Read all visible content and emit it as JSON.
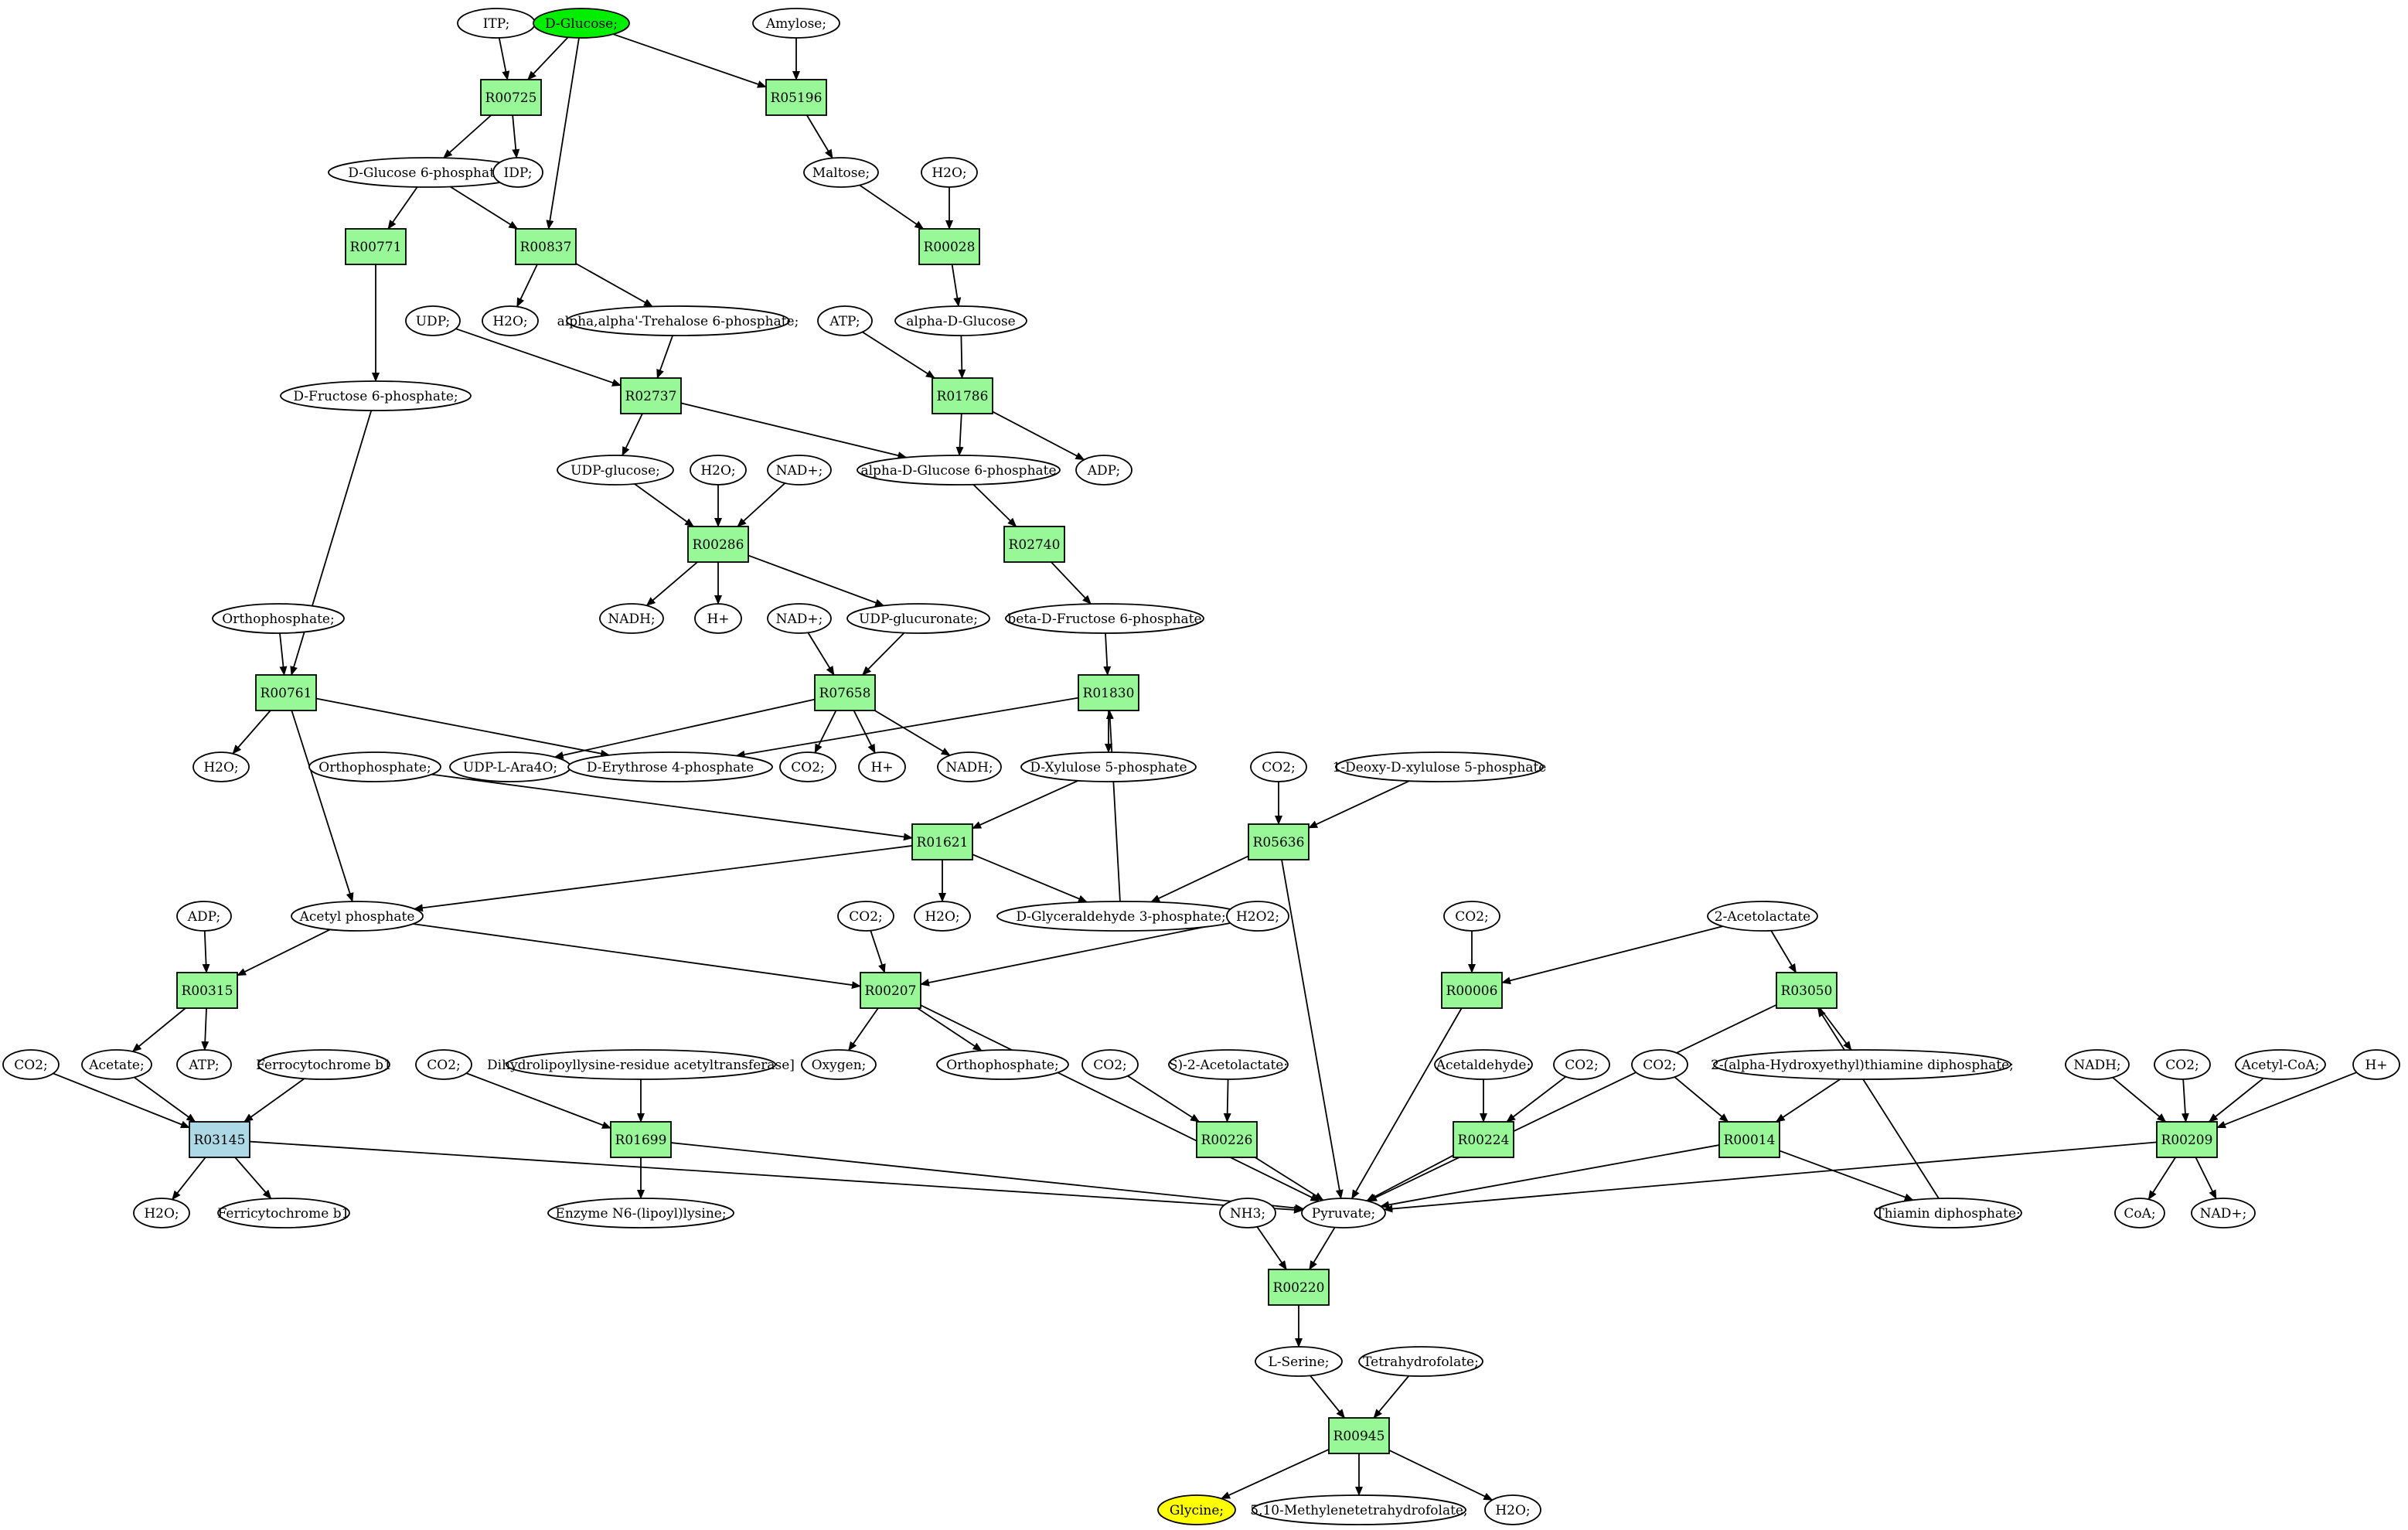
{
  "colors": {
    "reaction_fill": "#98f898",
    "reaction_highlight_fill": "#add8e6",
    "start_fill": "#00ee00",
    "target_fill": "#ffff00",
    "compound_fill": "#ffffff",
    "stroke": "#000000"
  },
  "nodes": [
    {
      "id": "itp",
      "label": "ITP;",
      "kind": "compound"
    },
    {
      "id": "dglucose",
      "label": "D-Glucose;",
      "kind": "start"
    },
    {
      "id": "amylose",
      "label": "Amylose;",
      "kind": "compound"
    },
    {
      "id": "R00725",
      "label": "R00725",
      "kind": "reaction"
    },
    {
      "id": "R05196",
      "label": "R05196",
      "kind": "reaction"
    },
    {
      "id": "g6p",
      "label": "D-Glucose 6-phosphate;",
      "kind": "compound"
    },
    {
      "id": "idp",
      "label": "IDP;",
      "kind": "compound"
    },
    {
      "id": "maltose",
      "label": "Maltose;",
      "kind": "compound"
    },
    {
      "id": "h2o_a",
      "label": "H2O;",
      "kind": "compound"
    },
    {
      "id": "R00771",
      "label": "R00771",
      "kind": "reaction"
    },
    {
      "id": "R00837",
      "label": "R00837",
      "kind": "reaction"
    },
    {
      "id": "R00028",
      "label": "R00028",
      "kind": "reaction"
    },
    {
      "id": "udp",
      "label": "UDP;",
      "kind": "compound"
    },
    {
      "id": "h2o_b",
      "label": "H2O;",
      "kind": "compound"
    },
    {
      "id": "trehalose6p",
      "label": "alpha,alpha'-Trehalose 6-phosphate;",
      "kind": "compound"
    },
    {
      "id": "atp_a",
      "label": "ATP;",
      "kind": "compound"
    },
    {
      "id": "alphaglc",
      "label": "alpha-D-Glucose",
      "kind": "compound"
    },
    {
      "id": "f6p",
      "label": "D-Fructose 6-phosphate;",
      "kind": "compound"
    },
    {
      "id": "R02737",
      "label": "R02737",
      "kind": "reaction"
    },
    {
      "id": "R01786",
      "label": "R01786",
      "kind": "reaction"
    },
    {
      "id": "udpglucose",
      "label": "UDP-glucose;",
      "kind": "compound"
    },
    {
      "id": "h2o_c",
      "label": "H2O;",
      "kind": "compound"
    },
    {
      "id": "nadp_a",
      "label": "NAD+;",
      "kind": "compound"
    },
    {
      "id": "ag6p",
      "label": "alpha-D-Glucose 6-phosphate",
      "kind": "compound"
    },
    {
      "id": "adp_a",
      "label": "ADP;",
      "kind": "compound"
    },
    {
      "id": "R00286",
      "label": "R00286",
      "kind": "reaction"
    },
    {
      "id": "R02740",
      "label": "R02740",
      "kind": "reaction"
    },
    {
      "id": "orthop_a",
      "label": "Orthophosphate;",
      "kind": "compound"
    },
    {
      "id": "nadh_a",
      "label": "NADH;",
      "kind": "compound"
    },
    {
      "id": "hplus_a",
      "label": "H+",
      "kind": "compound"
    },
    {
      "id": "nadp_b",
      "label": "NAD+;",
      "kind": "compound"
    },
    {
      "id": "udpglcua",
      "label": "UDP-glucuronate;",
      "kind": "compound"
    },
    {
      "id": "bf6p",
      "label": "beta-D-Fructose 6-phosphate",
      "kind": "compound"
    },
    {
      "id": "R00761",
      "label": "R00761",
      "kind": "reaction"
    },
    {
      "id": "R07658",
      "label": "R07658",
      "kind": "reaction"
    },
    {
      "id": "R01830",
      "label": "R01830",
      "kind": "reaction"
    },
    {
      "id": "h2o_d",
      "label": "H2O;",
      "kind": "compound"
    },
    {
      "id": "udpara4o",
      "label": "UDP-L-Ara4O;",
      "kind": "compound"
    },
    {
      "id": "e4p",
      "label": "D-Erythrose 4-phosphate",
      "kind": "compound"
    },
    {
      "id": "co2_a",
      "label": "CO2;",
      "kind": "compound"
    },
    {
      "id": "hplus_b",
      "label": "H+",
      "kind": "compound"
    },
    {
      "id": "nadh_b",
      "label": "NADH;",
      "kind": "compound"
    },
    {
      "id": "orthop_b",
      "label": "Orthophosphate;",
      "kind": "compound"
    },
    {
      "id": "x5p",
      "label": "D-Xylulose 5-phosphate",
      "kind": "compound"
    },
    {
      "id": "co2_b",
      "label": "CO2;",
      "kind": "compound"
    },
    {
      "id": "dx5p",
      "label": "1-Deoxy-D-xylulose 5-phosphate",
      "kind": "compound"
    },
    {
      "id": "R01621",
      "label": "R01621",
      "kind": "reaction"
    },
    {
      "id": "R05636",
      "label": "R05636",
      "kind": "reaction"
    },
    {
      "id": "adp_b",
      "label": "ADP;",
      "kind": "compound"
    },
    {
      "id": "acetylp",
      "label": "Acetyl phosphate",
      "kind": "compound"
    },
    {
      "id": "h2o_e",
      "label": "H2O;",
      "kind": "compound"
    },
    {
      "id": "gap",
      "label": "D-Glyceraldehyde 3-phosphate;",
      "kind": "compound"
    },
    {
      "id": "co2_c",
      "label": "CO2;",
      "kind": "compound"
    },
    {
      "id": "h2o2",
      "label": "H2O2;",
      "kind": "compound"
    },
    {
      "id": "co2_d",
      "label": "CO2;",
      "kind": "compound"
    },
    {
      "id": "acetolactate2",
      "label": "2-Acetolactate",
      "kind": "compound"
    },
    {
      "id": "R00315",
      "label": "R00315",
      "kind": "reaction"
    },
    {
      "id": "R00207",
      "label": "R00207",
      "kind": "reaction"
    },
    {
      "id": "R00006",
      "label": "R00006",
      "kind": "reaction"
    },
    {
      "id": "R03050",
      "label": "R03050",
      "kind": "reaction"
    },
    {
      "id": "co2_e",
      "label": "CO2;",
      "kind": "compound"
    },
    {
      "id": "acetate",
      "label": "Acetate;",
      "kind": "compound"
    },
    {
      "id": "atp_b",
      "label": "ATP;",
      "kind": "compound"
    },
    {
      "id": "ferrocyt",
      "label": "Ferrocytochrome b1",
      "kind": "compound"
    },
    {
      "id": "co2_f",
      "label": "CO2;",
      "kind": "compound"
    },
    {
      "id": "dlat",
      "label": "Dihydrolipoyllysine-residue acetyltransferase]",
      "kind": "compound"
    },
    {
      "id": "oxygen",
      "label": "Oxygen;",
      "kind": "compound"
    },
    {
      "id": "orthop_c",
      "label": "Orthophosphate;",
      "kind": "compound"
    },
    {
      "id": "co2_g",
      "label": "CO2;",
      "kind": "compound"
    },
    {
      "id": "sacetolactate",
      "label": "S)-2-Acetolactate;",
      "kind": "compound"
    },
    {
      "id": "acetaldehyde",
      "label": "Acetaldehyde;",
      "kind": "compound"
    },
    {
      "id": "co2_h",
      "label": "CO2;",
      "kind": "compound"
    },
    {
      "id": "co2_i",
      "label": "CO2;",
      "kind": "compound"
    },
    {
      "id": "hetpp",
      "label": "2-(alpha-Hydroxyethyl)thiamine diphosphate;",
      "kind": "compound"
    },
    {
      "id": "nadh_c",
      "label": "NADH;",
      "kind": "compound"
    },
    {
      "id": "co2_j",
      "label": "CO2;",
      "kind": "compound"
    },
    {
      "id": "acetylcoa",
      "label": "Acetyl-CoA;",
      "kind": "compound"
    },
    {
      "id": "hplus_c",
      "label": "H+",
      "kind": "compound"
    },
    {
      "id": "R03145",
      "label": "R03145",
      "kind": "reaction-highlight"
    },
    {
      "id": "R01699",
      "label": "R01699",
      "kind": "reaction"
    },
    {
      "id": "R00226",
      "label": "R00226",
      "kind": "reaction"
    },
    {
      "id": "R00224",
      "label": "R00224",
      "kind": "reaction"
    },
    {
      "id": "R00014",
      "label": "R00014",
      "kind": "reaction"
    },
    {
      "id": "R00209",
      "label": "R00209",
      "kind": "reaction"
    },
    {
      "id": "h2o_f",
      "label": "H2O;",
      "kind": "compound"
    },
    {
      "id": "ferricyt",
      "label": "Ferricytochrome b1",
      "kind": "compound"
    },
    {
      "id": "lipoyl",
      "label": "Enzyme N6-(lipoyl)lysine;",
      "kind": "compound"
    },
    {
      "id": "nh3",
      "label": "NH3;",
      "kind": "compound"
    },
    {
      "id": "pyruvate",
      "label": "Pyruvate;",
      "kind": "compound"
    },
    {
      "id": "thdp",
      "label": "Thiamin diphosphate;",
      "kind": "compound"
    },
    {
      "id": "coa",
      "label": "CoA;",
      "kind": "compound"
    },
    {
      "id": "nadp_c",
      "label": "NAD+;",
      "kind": "compound"
    },
    {
      "id": "R00220",
      "label": "R00220",
      "kind": "reaction"
    },
    {
      "id": "lserine",
      "label": "L-Serine;",
      "kind": "compound"
    },
    {
      "id": "thf",
      "label": "Tetrahydrofolate;",
      "kind": "compound"
    },
    {
      "id": "R00945",
      "label": "R00945",
      "kind": "reaction"
    },
    {
      "id": "glycine",
      "label": "Glycine;",
      "kind": "target"
    },
    {
      "id": "methylenethf",
      "label": "5,10-Methylenetetrahydrofolate;",
      "kind": "compound"
    },
    {
      "id": "h2o_g",
      "label": "H2O;",
      "kind": "compound"
    }
  ],
  "edges": [
    [
      "itp",
      "R00725"
    ],
    [
      "dglucose",
      "R00725"
    ],
    [
      "dglucose",
      "R00837"
    ],
    [
      "dglucose",
      "R05196"
    ],
    [
      "amylose",
      "R05196"
    ],
    [
      "R00725",
      "g6p"
    ],
    [
      "R00725",
      "idp"
    ],
    [
      "R05196",
      "maltose"
    ],
    [
      "g6p",
      "R00771"
    ],
    [
      "g6p",
      "R00837"
    ],
    [
      "maltose",
      "R00028"
    ],
    [
      "h2o_a",
      "R00028"
    ],
    [
      "R00837",
      "h2o_b"
    ],
    [
      "R00837",
      "trehalose6p"
    ],
    [
      "R00028",
      "alphaglc"
    ],
    [
      "R00771",
      "f6p"
    ],
    [
      "udp",
      "R02737"
    ],
    [
      "trehalose6p",
      "R02737"
    ],
    [
      "atp_a",
      "R01786"
    ],
    [
      "alphaglc",
      "R01786"
    ],
    [
      "R02737",
      "udpglucose"
    ],
    [
      "R02737",
      "ag6p"
    ],
    [
      "R01786",
      "ag6p"
    ],
    [
      "R01786",
      "adp_a"
    ],
    [
      "udpglucose",
      "R00286"
    ],
    [
      "h2o_c",
      "R00286"
    ],
    [
      "nadp_a",
      "R00286"
    ],
    [
      "ag6p",
      "R02740"
    ],
    [
      "R00286",
      "nadh_a"
    ],
    [
      "R00286",
      "hplus_a"
    ],
    [
      "R00286",
      "udpglcua"
    ],
    [
      "R02740",
      "bf6p"
    ],
    [
      "orthop_a",
      "R00761"
    ],
    [
      "f6p",
      "R00761"
    ],
    [
      "nadp_b",
      "R07658"
    ],
    [
      "udpglcua",
      "R07658"
    ],
    [
      "bf6p",
      "R01830"
    ],
    [
      "R00761",
      "h2o_d"
    ],
    [
      "R00761",
      "e4p"
    ],
    [
      "R00761",
      "acetylp"
    ],
    [
      "R07658",
      "udpara4o"
    ],
    [
      "R07658",
      "co2_a"
    ],
    [
      "R07658",
      "hplus_b"
    ],
    [
      "R07658",
      "nadh_b"
    ],
    [
      "R01830",
      "e4p"
    ],
    [
      "R01830",
      "x5p"
    ],
    [
      "orthop_b",
      "R01621"
    ],
    [
      "x5p",
      "R01621"
    ],
    [
      "co2_b",
      "R05636"
    ],
    [
      "dx5p",
      "R05636"
    ],
    [
      "R01621",
      "acetylp"
    ],
    [
      "R01621",
      "h2o_e"
    ],
    [
      "R01621",
      "gap"
    ],
    [
      "gap",
      "R01830"
    ],
    [
      "R05636",
      "gap"
    ],
    [
      "R05636",
      "pyruvate"
    ],
    [
      "adp_b",
      "R00315"
    ],
    [
      "acetylp",
      "R00315"
    ],
    [
      "acetylp",
      "R00207"
    ],
    [
      "co2_c",
      "R00207"
    ],
    [
      "h2o2",
      "R00207"
    ],
    [
      "co2_d",
      "R00006"
    ],
    [
      "acetolactate2",
      "R00006"
    ],
    [
      "acetolactate2",
      "R03050"
    ],
    [
      "R00315",
      "acetate"
    ],
    [
      "R00315",
      "atp_b"
    ],
    [
      "R00207",
      "oxygen"
    ],
    [
      "R00207",
      "orthop_c"
    ],
    [
      "R00207",
      "pyruvate"
    ],
    [
      "R00006",
      "pyruvate"
    ],
    [
      "R03050",
      "pyruvate"
    ],
    [
      "R03050",
      "hetpp"
    ],
    [
      "thdp",
      "R03050"
    ],
    [
      "co2_e",
      "R03145"
    ],
    [
      "acetate",
      "R03145"
    ],
    [
      "ferrocyt",
      "R03145"
    ],
    [
      "R03145",
      "h2o_f"
    ],
    [
      "R03145",
      "ferricyt"
    ],
    [
      "R03145",
      "pyruvate"
    ],
    [
      "co2_f",
      "R01699"
    ],
    [
      "dlat",
      "R01699"
    ],
    [
      "R01699",
      "lipoyl"
    ],
    [
      "R01699",
      "pyruvate"
    ],
    [
      "co2_g",
      "R00226"
    ],
    [
      "sacetolactate",
      "R00226"
    ],
    [
      "R00226",
      "pyruvate"
    ],
    [
      "acetaldehyde",
      "R00224"
    ],
    [
      "co2_h",
      "R00224"
    ],
    [
      "R00224",
      "pyruvate"
    ],
    [
      "co2_i",
      "R00014"
    ],
    [
      "hetpp",
      "R00014"
    ],
    [
      "R00014",
      "pyruvate"
    ],
    [
      "R00014",
      "thdp"
    ],
    [
      "nadh_c",
      "R00209"
    ],
    [
      "co2_j",
      "R00209"
    ],
    [
      "acetylcoa",
      "R00209"
    ],
    [
      "hplus_c",
      "R00209"
    ],
    [
      "R00209",
      "pyruvate"
    ],
    [
      "R00209",
      "coa"
    ],
    [
      "R00209",
      "nadp_c"
    ],
    [
      "nh3",
      "R00220"
    ],
    [
      "pyruvate",
      "R00220"
    ],
    [
      "R00220",
      "lserine"
    ],
    [
      "lserine",
      "R00945"
    ],
    [
      "thf",
      "R00945"
    ],
    [
      "R00945",
      "glycine"
    ],
    [
      "R00945",
      "methylenethf"
    ],
    [
      "R00945",
      "h2o_g"
    ]
  ]
}
